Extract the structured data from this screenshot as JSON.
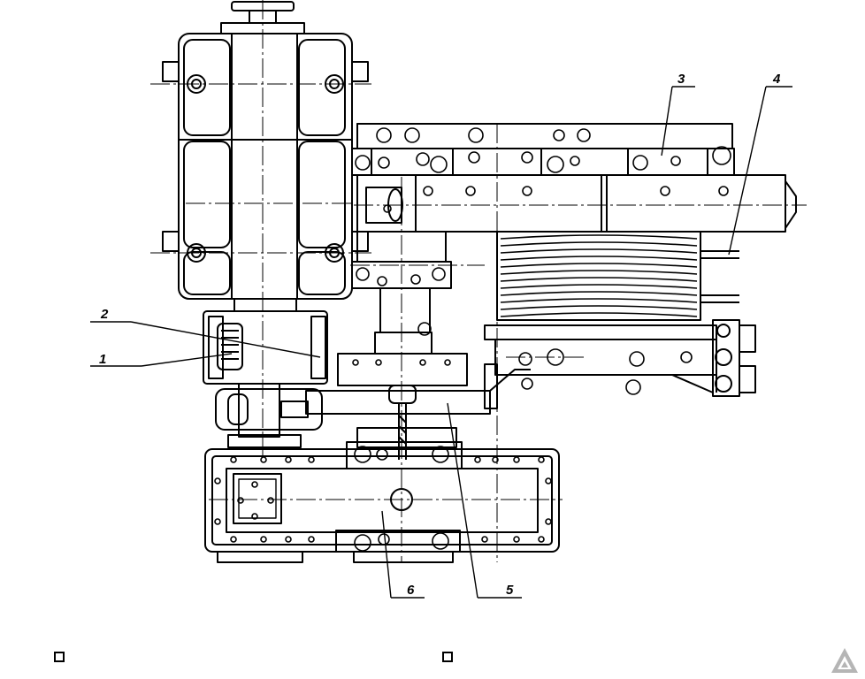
{
  "callouts": [
    {
      "id": "1",
      "text": "1"
    },
    {
      "id": "2",
      "text": "2"
    },
    {
      "id": "3",
      "text": "3"
    },
    {
      "id": "4",
      "text": "4"
    },
    {
      "id": "5",
      "text": "5"
    },
    {
      "id": "6",
      "text": "6"
    }
  ],
  "checkboxes": [
    {
      "checked": false
    },
    {
      "checked": false
    }
  ],
  "colors": {
    "line": "#000000",
    "background": "#ffffff",
    "watermark": "#b5b5b5"
  },
  "watermark": {
    "icon": "triangle-logo-icon"
  }
}
